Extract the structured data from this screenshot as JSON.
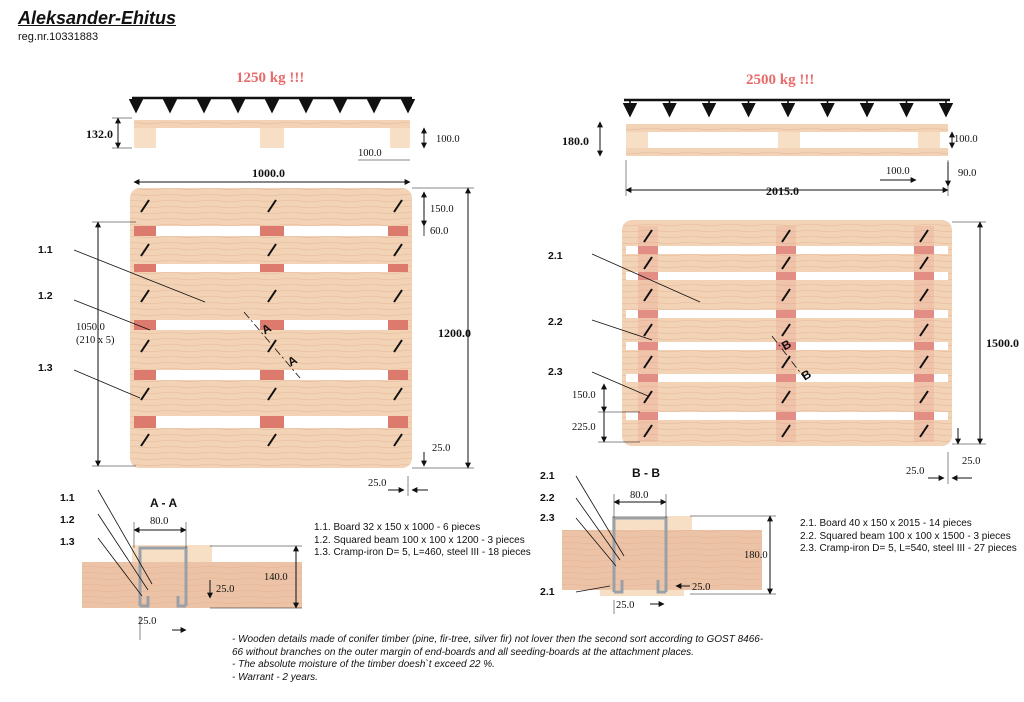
{
  "header": {
    "company": "Aleksander-Ehitus",
    "reg": "reg.nr.10331883"
  },
  "left": {
    "load": "1250 kg !!!",
    "side_height": "132.0",
    "side_block": "100.0",
    "side_foot": "100.0",
    "length": "1000.0",
    "top_150": "150.0",
    "top_60": "60.0",
    "width": "1200.0",
    "span": "1050.0",
    "span_note": "(210 x 5)",
    "edge_25_v": "25.0",
    "edge_25_h": "25.0",
    "labels": [
      "1.1",
      "1.2",
      "1.3"
    ],
    "cut_mark": "A",
    "section_title": "A - A",
    "section_labels": [
      "1.1",
      "1.2",
      "1.3"
    ],
    "section_width": "80.0",
    "section_height": "140.0",
    "section_25_a": "25.0",
    "section_25_b": "25.0",
    "spec": [
      "1.1. Board 32 x 150 x 1000 - 6 pieces",
      "1.2. Squared beam 100 x 100 x 1200 - 3 pieces",
      "1.3. Cramp-iron D= 5, L=460, steel III - 18 pieces"
    ]
  },
  "right": {
    "load": "2500 kg !!!",
    "side_height": "180.0",
    "side_block": "100.0",
    "side_foot": "100.0",
    "side_90": "90.0",
    "length": "2015.0",
    "width": "1500.0",
    "dim_150": "150.0",
    "dim_225": "225.0",
    "edge_25_v": "25.0",
    "edge_25_h": "25.0",
    "labels": [
      "2.1",
      "2.2",
      "2.3"
    ],
    "cut_mark": "B",
    "section_title": "B - B",
    "section_labels": [
      "2.1",
      "2.2",
      "2.3",
      "2.1"
    ],
    "section_width": "80.0",
    "section_height": "180.0",
    "section_25_a": "25.0",
    "section_25_b": "25.0",
    "spec": [
      "2.1. Board 40 x 150 x 2015 - 14 pieces",
      "2.2. Squared beam 100 x 100 x 1500 - 3 pieces",
      "2.3. Cramp-iron D= 5, L=540, steel III - 27 pieces"
    ]
  },
  "notes": [
    "- Wooden details made of conifer timber (pine, fir-tree, silver fir) not lover then the second sort according to GOST 8466-",
    "66 without branches on the outer margin of  end-boards and all seeding-boards at the attachment places.",
    "- The absolute moisture of the timber doesh`t  exceed 22 %.",
    "- Warrant - 2 years."
  ],
  "colors": {
    "wood": "#f3d3b6",
    "wood_dark": "#e8b79a",
    "beam": "#dd7a6e",
    "gap": "#ffffff",
    "load_text": "#e86a6a",
    "cramp": "#9aa0a8"
  }
}
